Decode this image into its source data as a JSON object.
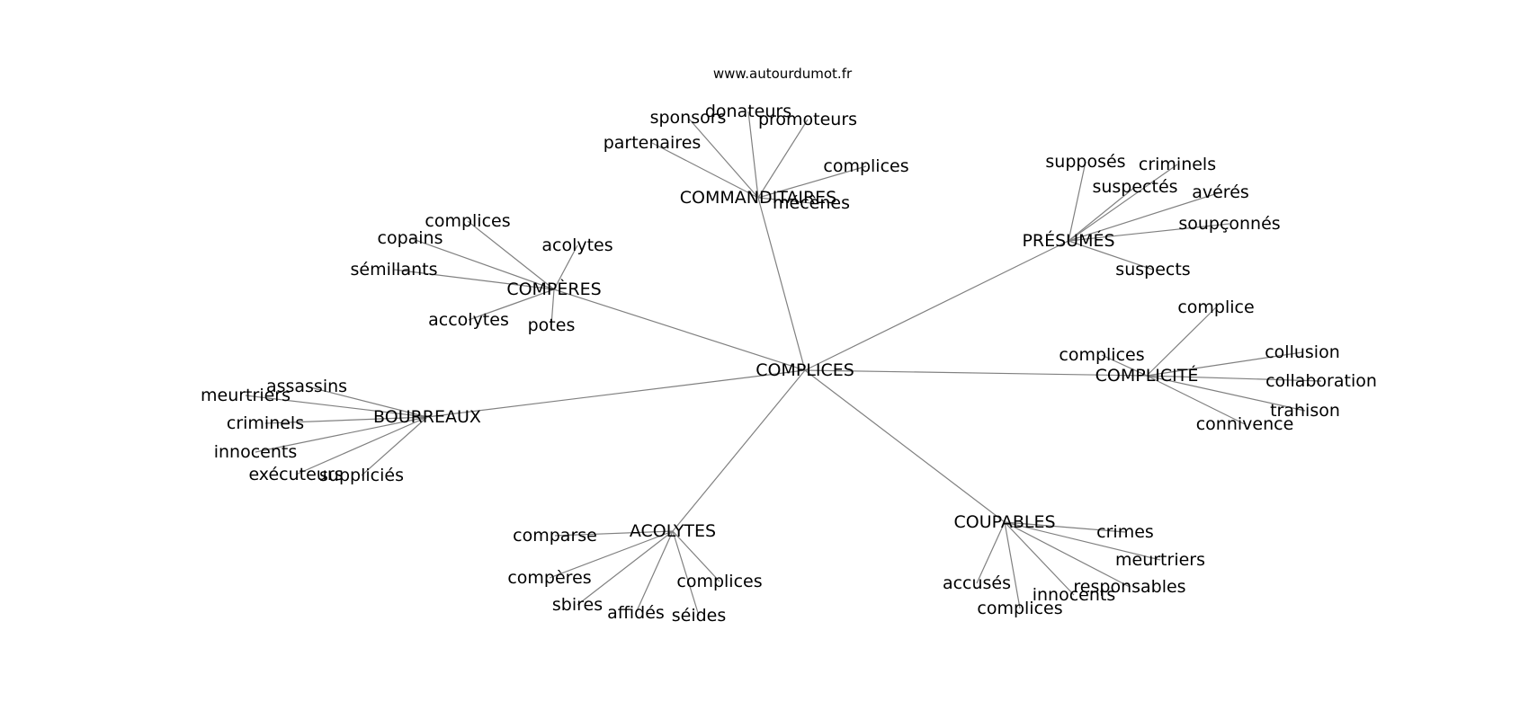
{
  "watermark": "www.autourdumot.fr",
  "center": "COMPLICES",
  "groups": [
    {
      "label": "COMMANDITAIRES",
      "leaves": [
        "donateurs",
        "sponsors",
        "promoteurs",
        "partenaires",
        "complices",
        "mécènes"
      ]
    },
    {
      "label": "PRÉSUMÉS",
      "leaves": [
        "supposés",
        "criminels",
        "suspectés",
        "avérés",
        "soupçonnés",
        "suspects"
      ]
    },
    {
      "label": "COMPÈRES",
      "leaves": [
        "complices",
        "copains",
        "acolytes",
        "sémillants",
        "accolytes",
        "potes"
      ]
    },
    {
      "label": "COMPLICITÉ",
      "leaves": [
        "complice",
        "complices",
        "collusion",
        "collaboration",
        "trahison",
        "connivence"
      ]
    },
    {
      "label": "BOURREAUX",
      "leaves": [
        "assassins",
        "meurtriers",
        "criminels",
        "innocents",
        "exécuteurs",
        "suppliciés"
      ]
    },
    {
      "label": "ACOLYTES",
      "leaves": [
        "comparse",
        "compères",
        "complices",
        "sbires",
        "affidés",
        "séides"
      ]
    },
    {
      "label": "COUPABLES",
      "leaves": [
        "crimes",
        "meurtriers",
        "accusés",
        "responsables",
        "innocents",
        "complices"
      ]
    }
  ]
}
